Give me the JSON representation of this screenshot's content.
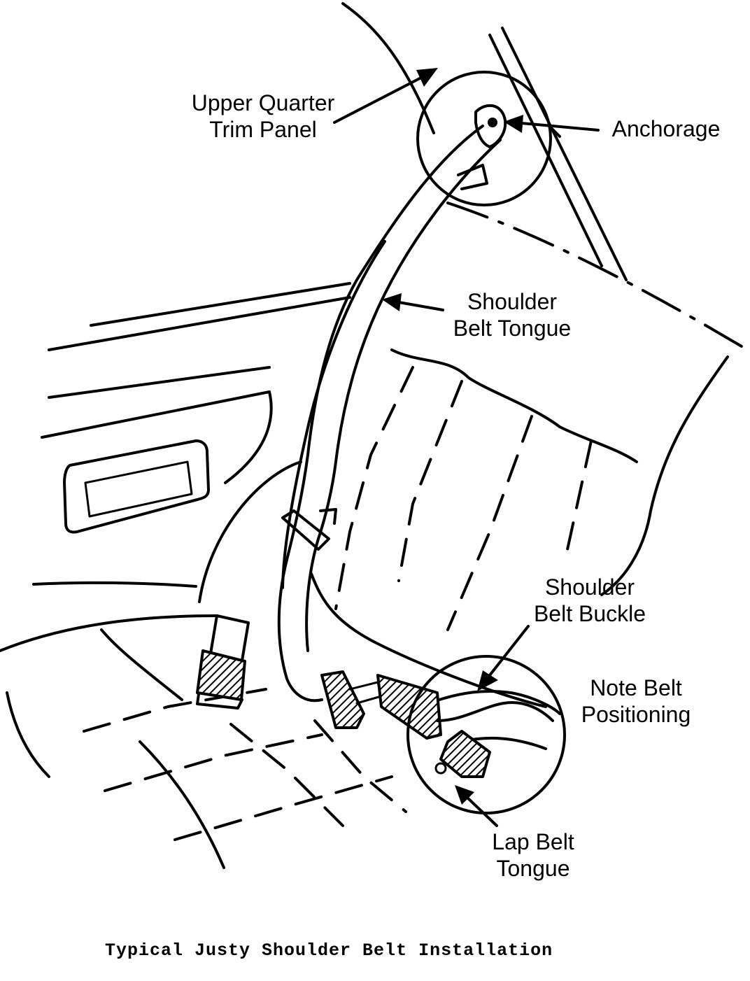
{
  "labels": {
    "upper_quarter_trim_panel": "Upper Quarter\nTrim Panel",
    "anchorage": "Anchorage",
    "shoulder_belt_tongue": "Shoulder\nBelt Tongue",
    "shoulder_belt_buckle": "Shoulder\nBelt Buckle",
    "note_belt_positioning": "Note Belt\nPositioning",
    "lap_belt_tongue": "Lap Belt\nTongue"
  },
  "caption": "Typical Justy Shoulder Belt Installation"
}
